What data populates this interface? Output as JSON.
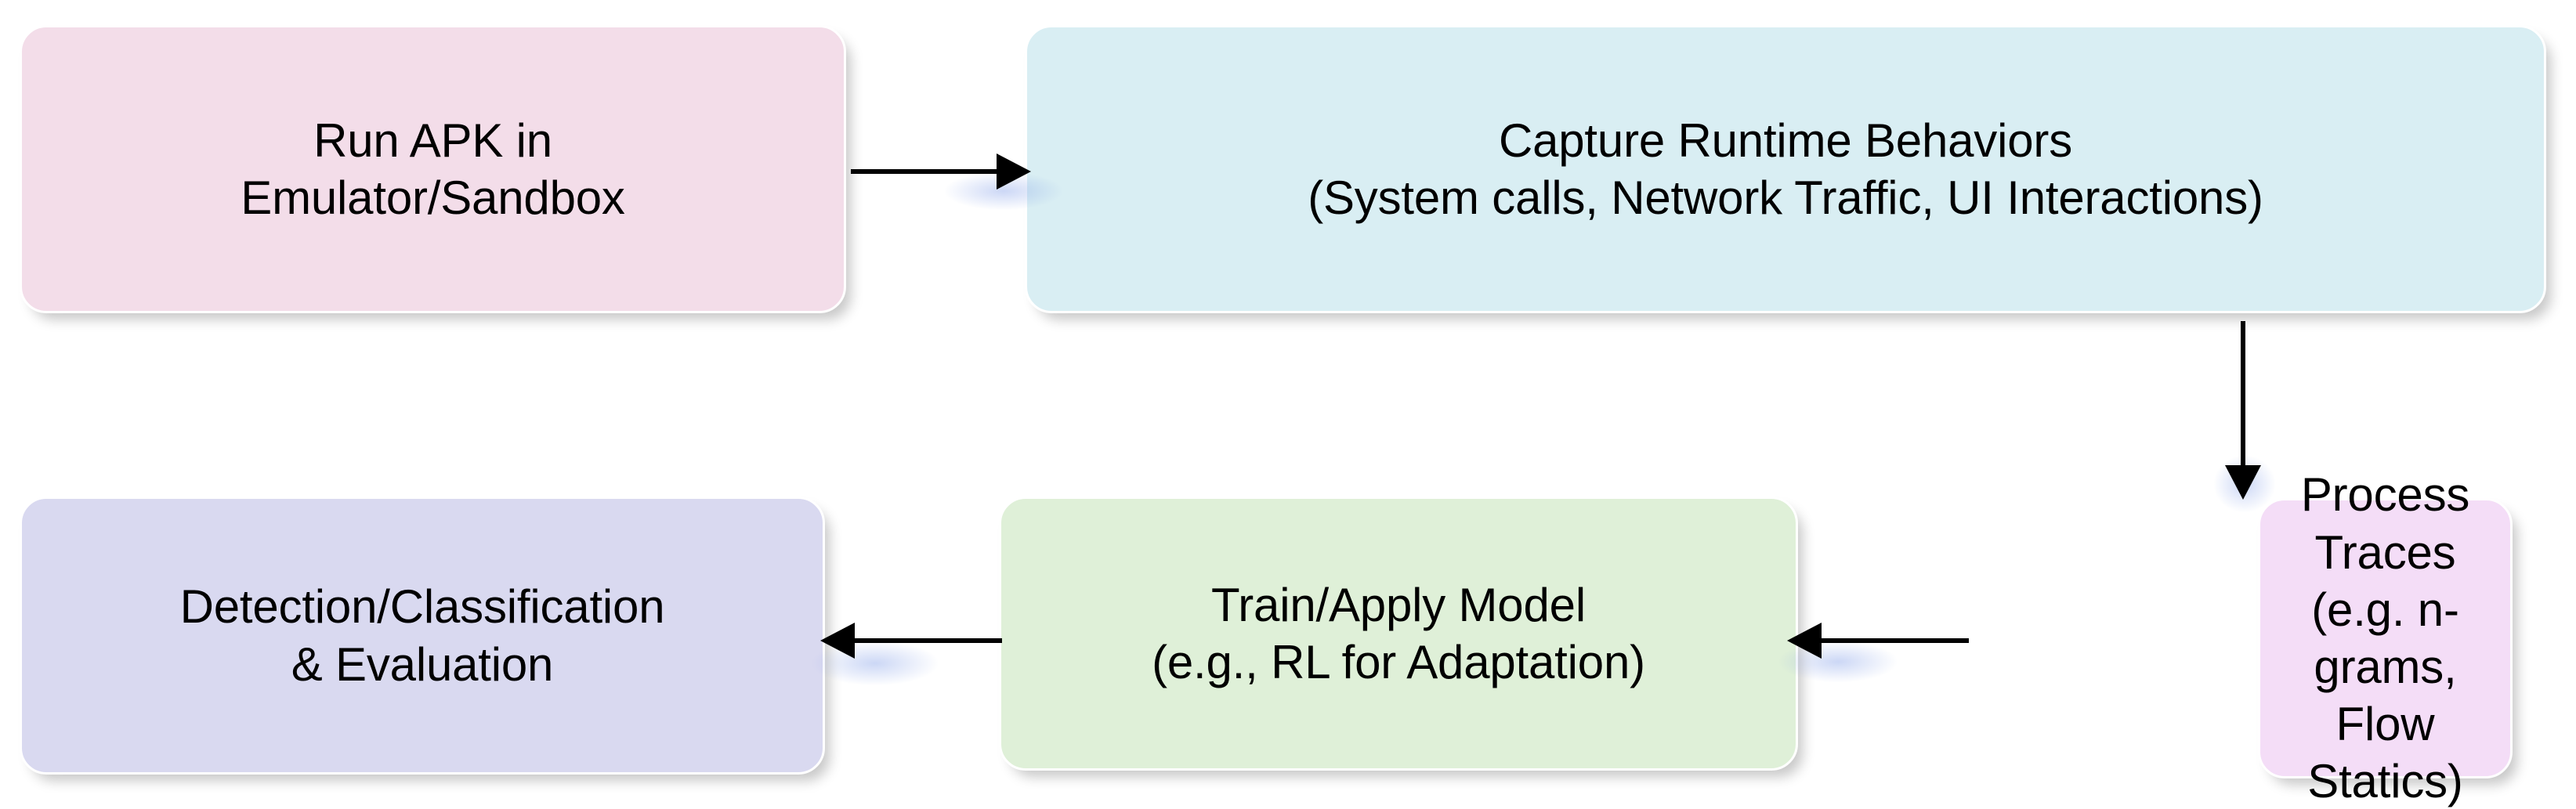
{
  "diagram": {
    "title": "Android malware dynamic analysis pipeline",
    "type": "flowchart",
    "background_color": "#ffffff",
    "nodes": [
      {
        "id": "run-apk",
        "label": "Run APK in\nEmulator/Sandbox",
        "line1": "Run APK in",
        "line2": "Emulator/Sandbox",
        "fill_color": "#f3dde9",
        "text_color": "#000000",
        "shape": "rounded-rectangle"
      },
      {
        "id": "capture-runtime",
        "label": "Capture Runtime Behaviors\n(System calls, Network Traffic, UI Interactions)",
        "line1": "Capture Runtime Behaviors",
        "line2": "(System calls, Network Traffic, UI Interactions)",
        "fill_color": "#d9eef3",
        "text_color": "#000000",
        "shape": "rounded-rectangle"
      },
      {
        "id": "process-traces",
        "label": "Process Traces\n(e.g. n-grams,\nFlow Statics)",
        "line1": "Process Traces",
        "line2": "(e.g. n-grams,",
        "line3": "Flow Statics)",
        "fill_color": "#f4ddf7",
        "text_color": "#000000",
        "shape": "rounded-rectangle"
      },
      {
        "id": "train-apply-model",
        "label": "Train/Apply Model\n(e.g., RL for Adaptation)",
        "line1": "Train/Apply Model",
        "line2": "(e.g., RL for Adaptation)",
        "fill_color": "#dff0d8",
        "text_color": "#000000",
        "shape": "rounded-rectangle"
      },
      {
        "id": "detection-classification",
        "label": "Detection/Classification\n& Evaluation",
        "line1": "Detection/Classification",
        "line2": "& Evaluation",
        "fill_color": "#d9d9f0",
        "text_color": "#000000",
        "shape": "rounded-rectangle"
      }
    ],
    "edges": [
      {
        "id": "run-to-capture",
        "from": "run-apk",
        "to": "capture-runtime",
        "direction": "right",
        "label": ""
      },
      {
        "id": "capture-to-process",
        "from": "capture-runtime",
        "to": "process-traces",
        "direction": "down",
        "label": ""
      },
      {
        "id": "process-to-train",
        "from": "process-traces",
        "to": "train-apply-model",
        "direction": "left",
        "label": ""
      },
      {
        "id": "train-to-detection",
        "from": "train-apply-model",
        "to": "detection-classification",
        "direction": "left",
        "label": ""
      }
    ]
  }
}
